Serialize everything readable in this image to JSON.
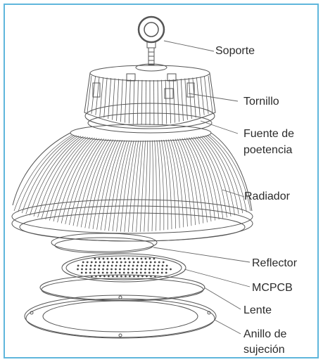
{
  "frame_color": "#5fb6dc",
  "line_color": "#555555",
  "labels": {
    "soporte": "Soporte",
    "tornillo": "Tornillo",
    "fuente_line1": "Fuente de",
    "fuente_line2": "poetencia",
    "radiador": "Radiador",
    "reflector": "Reflector",
    "mcpcb": "MCPCB",
    "lente": "Lente",
    "anillo_line1": "Anillo de",
    "anillo_line2": "sujeción"
  }
}
